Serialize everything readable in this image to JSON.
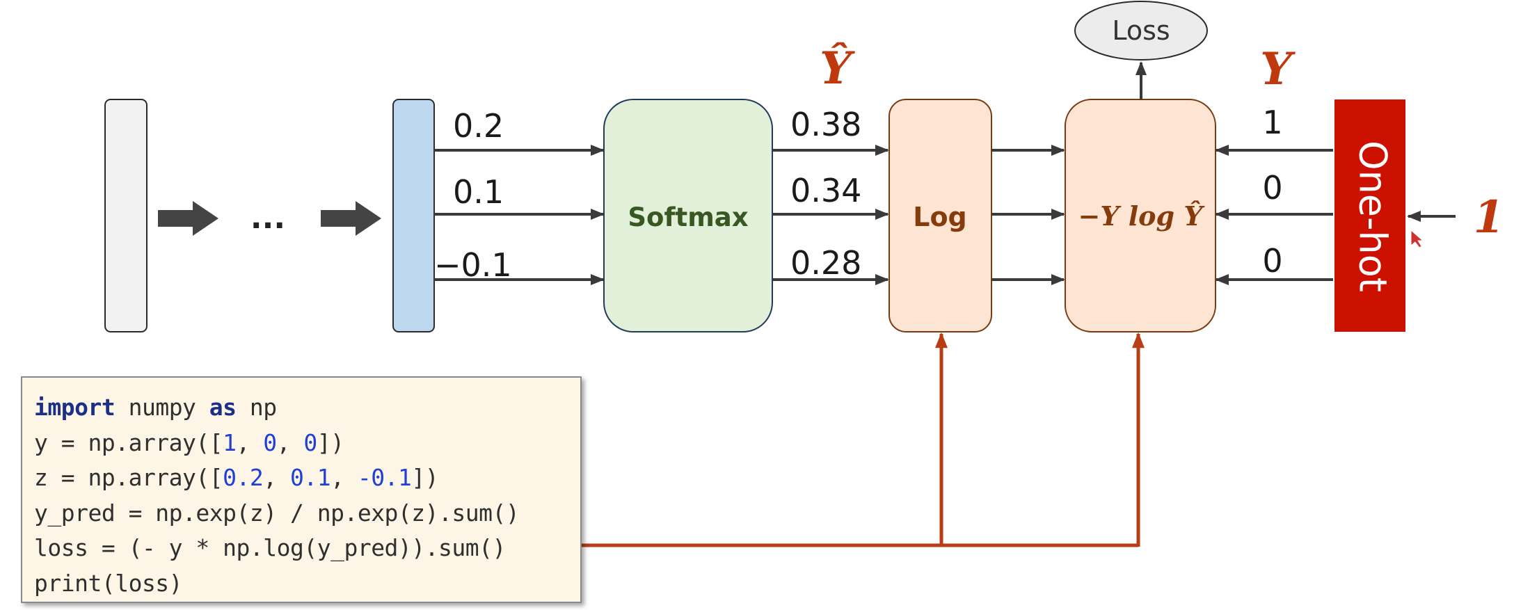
{
  "labels": {
    "ellipsis": "...",
    "softmax": "Softmax",
    "log": "Log",
    "loss_formula": "−Y log Ŷ",
    "loss": "Loss",
    "one_hot": "One-hot",
    "y_hat": "Ŷ",
    "y": "Y",
    "label_input": "1"
  },
  "values": {
    "logits": [
      "0.2",
      "0.1",
      "−0.1"
    ],
    "probs": [
      "0.38",
      "0.34",
      "0.28"
    ],
    "onehot": [
      "1",
      "0",
      "0"
    ]
  },
  "code": {
    "l1_kw1": "import",
    "l1_mid": " numpy ",
    "l1_kw2": "as",
    "l1_end": " np",
    "l2_a": "y = np.array([",
    "l2_v1": "1",
    "l2_s1": ", ",
    "l2_v2": "0",
    "l2_s2": ", ",
    "l2_v3": "0",
    "l2_b": "])",
    "l3_a": "z = np.array([",
    "l3_v1": "0.2",
    "l3_s1": ", ",
    "l3_v2": "0.1",
    "l3_s2": ", ",
    "l3_v3": "-0.1",
    "l3_b": "])",
    "l4": "y_pred = np.exp(z) / np.exp(z).sum()",
    "l5": "loss = (- y * np.log(y_pred)).sum()",
    "l6": "print(loss)"
  },
  "colors": {
    "red_arrow": "#b83c14",
    "one_hot_fill": "#cc1100",
    "label_red": "#c0390e",
    "softmax_fill": "#e2efd9",
    "orange_fill": "#fde4d3",
    "blue_fill": "#bdd7ee",
    "gray_fill": "#f2f2f2"
  }
}
